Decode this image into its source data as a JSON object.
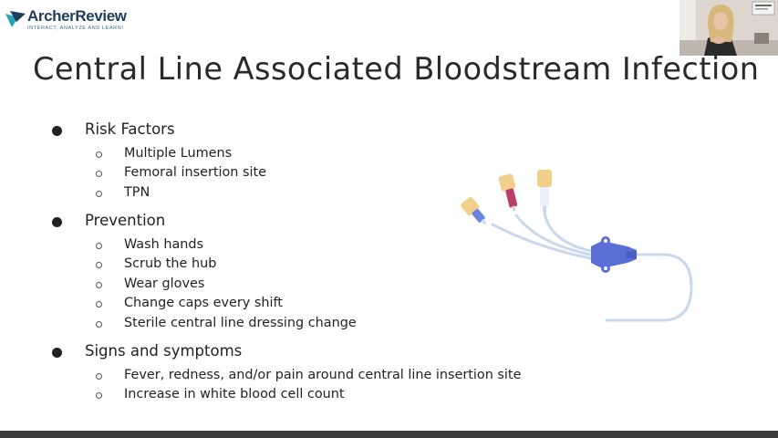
{
  "brand": {
    "name": "ArcherReview",
    "tagline": "INTERACT, ANALYZE AND LEARN!"
  },
  "slide": {
    "title": "Central Line Associated Bloodstream Infection",
    "sections": [
      {
        "heading": "Risk Factors",
        "items": [
          "Multiple Lumens",
          "Femoral insertion site",
          "TPN"
        ]
      },
      {
        "heading": "Prevention",
        "items": [
          "Wash hands",
          "Scrub the hub",
          "Wear gloves",
          "Change caps every shift",
          "Sterile central line dressing change"
        ]
      },
      {
        "heading": "Signs and symptoms",
        "items": [
          "Fever, redness, and/or pain around central line insertion site",
          "Increase in white blood cell count"
        ]
      }
    ]
  },
  "illustration": {
    "icon": "central-line-catheter-icon",
    "colors": {
      "hub": "#5a6fd6",
      "tubing": "#c9d8ef",
      "cap_yellow": "#f3d08a",
      "cap_pink": "#b93f66",
      "cap_blue": "#6a84dc"
    }
  },
  "colors": {
    "brand_navy": "#1f3d5c",
    "brand_teal": "#2aa5b8",
    "text": "#222222",
    "footer": "#3c3c3c"
  }
}
